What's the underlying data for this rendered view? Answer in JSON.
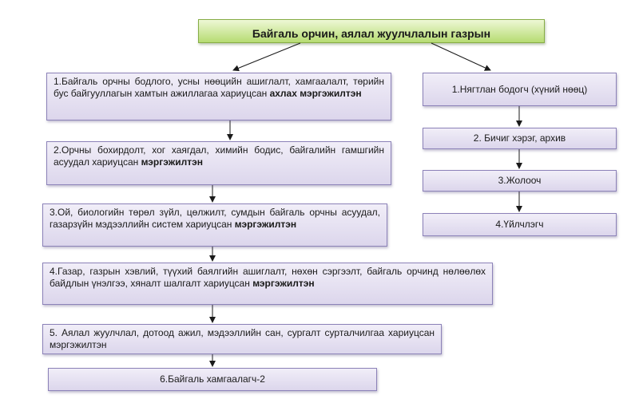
{
  "title": "Байгаль орчин, аялал жуулчлалын газрын",
  "left_column": [
    {
      "text": "1.Байгаль орчны бодлого, усны нөөцийн ашиглалт, хамгаалалт, төрийн бус байгууллагын хамтын ажиллагаа хариуцсан ",
      "bold": "ахлах мэргэжилтэн"
    },
    {
      "text": "2.Орчны бохирдолт, хог хаягдал, химийн бодис, байгалийн гамшгийн асуудал хариуцсан ",
      "bold": "мэргэжилтэн"
    },
    {
      "text": "3.Ой, биологийн төрөл зүйл, цөлжилт, сумдын байгаль орчны асуудал, газарзүйн мэдээллийн систем хариуцсан ",
      "bold": "мэргэжилтэн"
    },
    {
      "text": "4.Газар, газрын хэвлий, түүхий баялгийн ашиглалт, нөхөн сэргээлт, байгаль орчинд нөлөөлөх байдлын үнэлгээ, хяналт шалгалт хариуцсан ",
      "bold": "мэргэжилтэн"
    },
    {
      "text": "5. Аялал жуулчлал, дотоод ажил, мэдээллийн сан, сургалт сурталчилгаа хариуцсан мэргэжилтэн",
      "bold": ""
    },
    {
      "text": "6.Байгаль хамгаалагч-2",
      "bold": ""
    }
  ],
  "right_column": [
    {
      "text": "1.Нягтлан бодогч (хүний нөөц)"
    },
    {
      "text": "2. Бичиг хэрэг, архив"
    },
    {
      "text": "3.Жолооч"
    },
    {
      "text": "4.Үйлчлэгч"
    }
  ]
}
